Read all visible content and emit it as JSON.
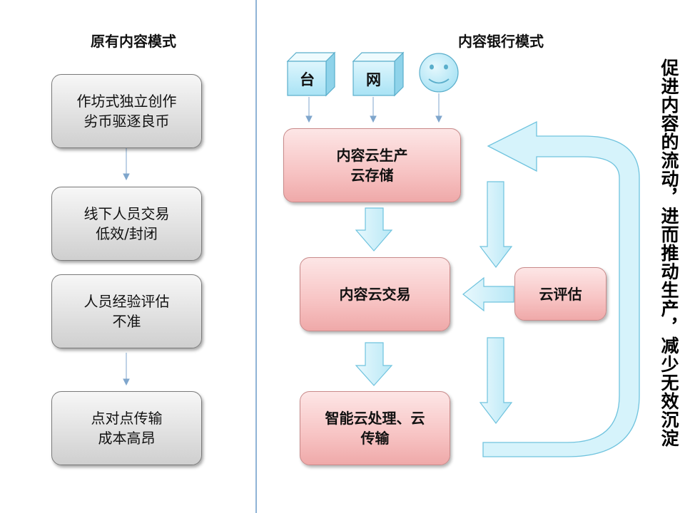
{
  "left": {
    "title": "原有内容模式",
    "boxes": [
      "作坊式独立创作\n劣币驱逐良币",
      "线下人员交易\n低效/封闭",
      "人员经验评估\n不准",
      "点对点传输\n成本高昂"
    ]
  },
  "right": {
    "title": "内容银行模式",
    "sources": {
      "tv": "台",
      "web": "网"
    },
    "boxes": {
      "production": "内容云生产\n云存储",
      "trade": "内容云交易",
      "processing": "智能云处理、云\n传输",
      "evaluation": "云评估"
    },
    "side_text": "促进内容的流动，进而推动生产，减少无效沉淀"
  },
  "colors": {
    "gray_box": "#e1e1e1",
    "pink_box": "#f7c3c3",
    "arrow_fill": "#c9eef8",
    "arrow_stroke": "#6fc3de",
    "divider": "#8fb3d6"
  }
}
